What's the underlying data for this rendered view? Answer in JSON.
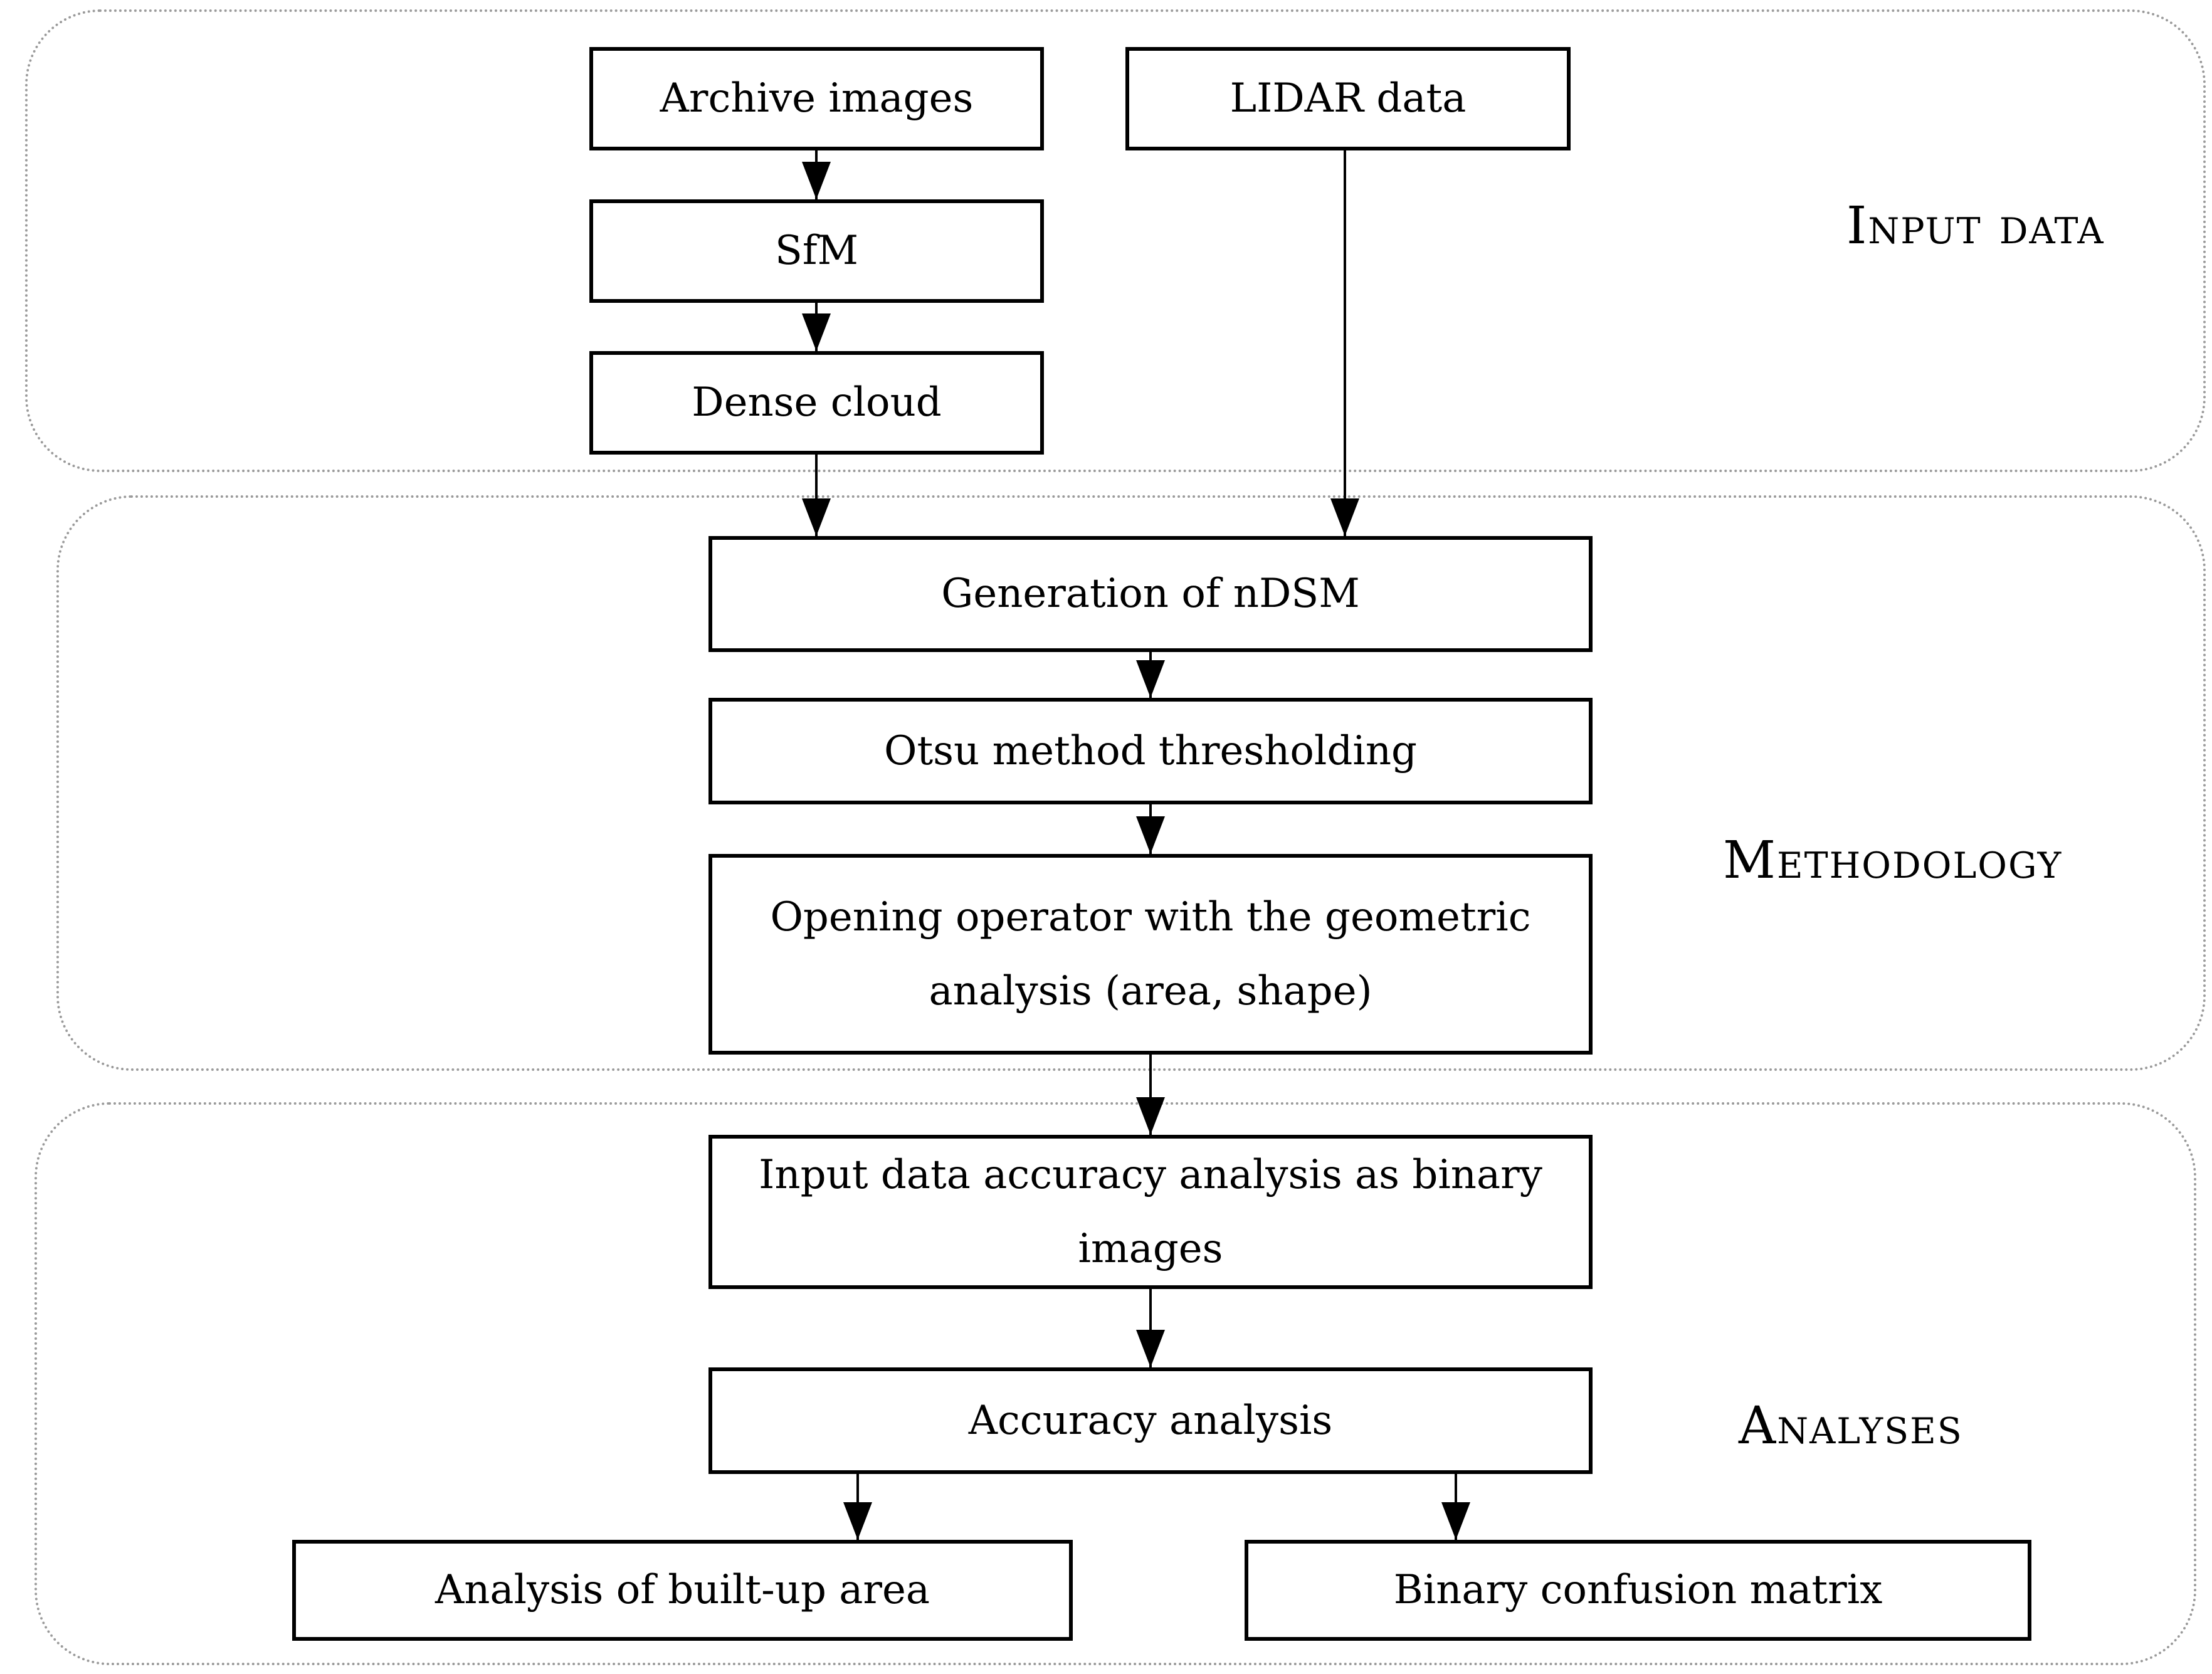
{
  "sections": {
    "input_data": {
      "label": "Input data"
    },
    "methodology": {
      "label": "Methodology"
    },
    "analyses": {
      "label": "Analyses"
    }
  },
  "nodes": {
    "archive_images": {
      "label": "Archive images"
    },
    "lidar_data": {
      "label": "LIDAR data"
    },
    "sfm": {
      "label": "SfM"
    },
    "dense_cloud": {
      "label": "Dense cloud"
    },
    "generation_ndsm": {
      "label": "Generation of nDSM"
    },
    "otsu_thresholding": {
      "label": "Otsu method thresholding"
    },
    "opening_operator": {
      "label": "Opening operator with the geometric analysis (area, shape)"
    },
    "input_data_accuracy": {
      "label": "Input data accuracy analysis as binary images"
    },
    "accuracy_analysis": {
      "label": "Accuracy analysis"
    },
    "analysis_builtup": {
      "label": "Analysis of built-up area"
    },
    "binary_confusion": {
      "label": "Binary confusion matrix"
    }
  },
  "colors": {
    "box_border": "#000000",
    "section_border": "#9a9a9a",
    "text": "#000000",
    "background": "#ffffff"
  }
}
